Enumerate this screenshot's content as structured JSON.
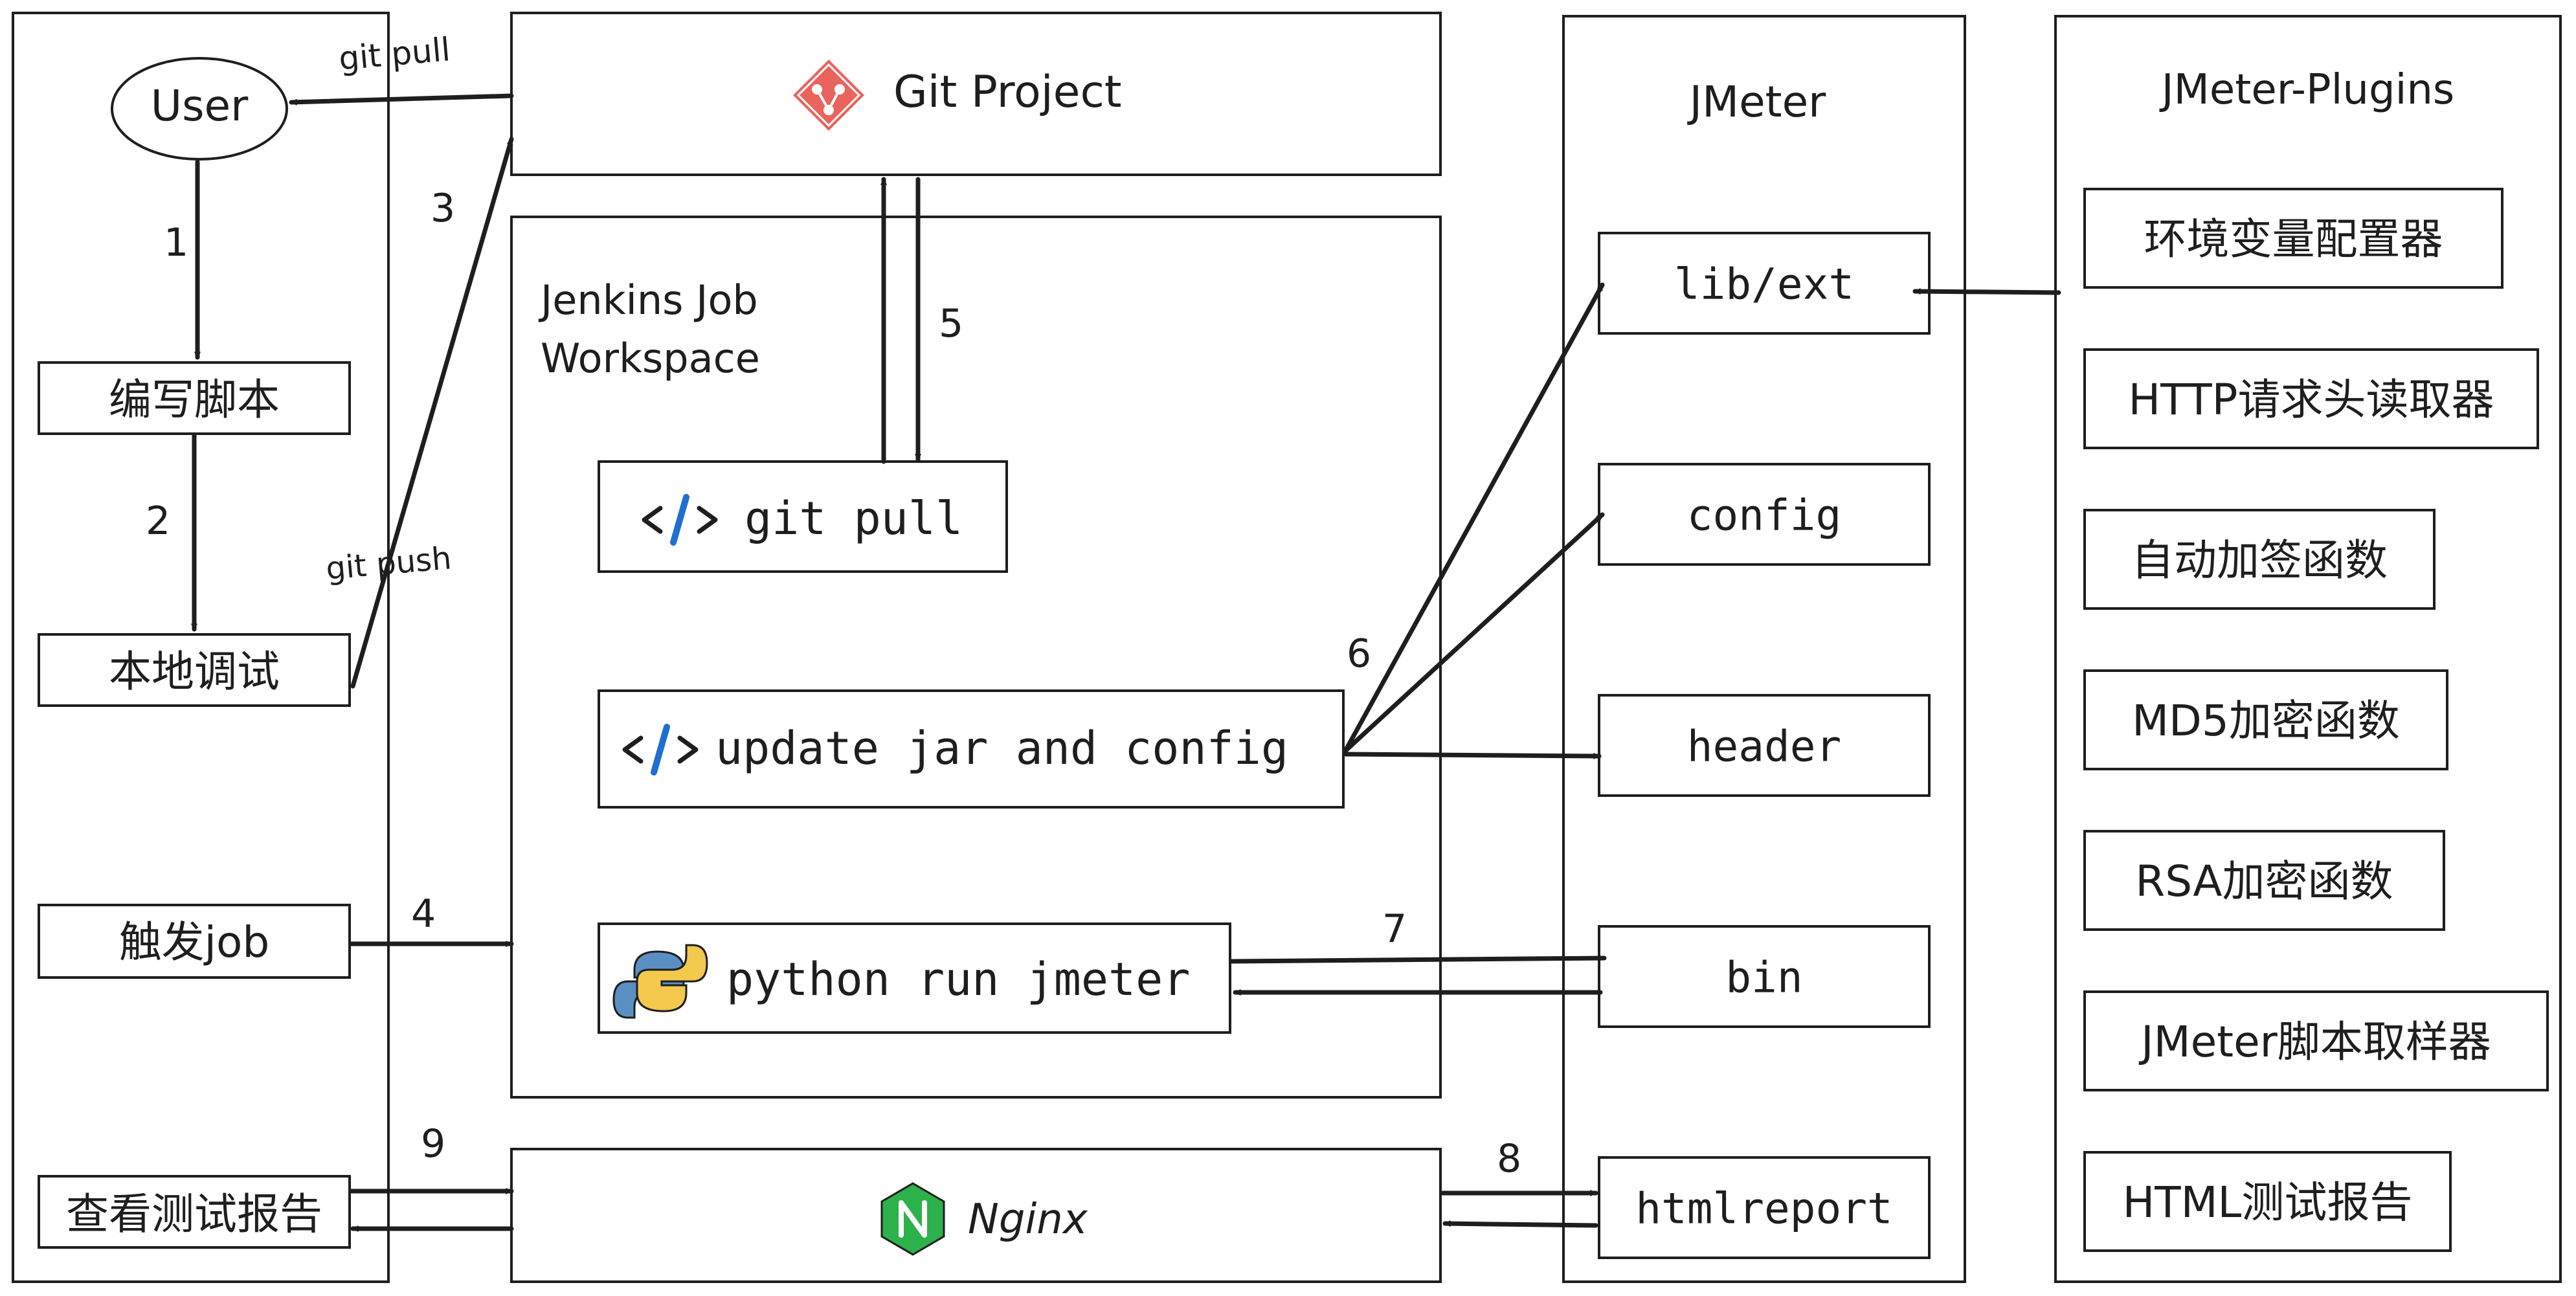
{
  "user": {
    "label": "User"
  },
  "steps": {
    "s1": "1",
    "s2": "2",
    "s3": "3",
    "s4": "4",
    "s5": "5",
    "s6": "6",
    "s7": "7",
    "s8": "8",
    "s9": "9"
  },
  "edge_labels": {
    "git_pull": "git pull",
    "git_push": "git push"
  },
  "user_column": {
    "write_script": "编写脚本",
    "local_debug": "本地调试",
    "trigger_job": "触发job",
    "view_report": "查看测试报告"
  },
  "git_project": {
    "title": "Git Project"
  },
  "jenkins": {
    "title_line1": "Jenkins Job",
    "title_line2": "Workspace",
    "git_pull": "git pull",
    "update": "update jar and config",
    "python_run": "python run jmeter"
  },
  "nginx": {
    "label": "Nginx"
  },
  "jmeter": {
    "title": "JMeter",
    "items": [
      "lib/ext",
      "config",
      "header",
      "bin",
      "htmlreport"
    ]
  },
  "plugins": {
    "title": "JMeter-Plugins",
    "items": [
      "环境变量配置器",
      "HTTP请求头读取器",
      "自动加签函数",
      "MD5加密函数",
      "RSA加密函数",
      "JMeter脚本取样器",
      "HTML测试报告"
    ]
  },
  "colors": {
    "stroke": "#1e1e1e",
    "git_icon": "#e8524a",
    "nginx_icon": "#2db14a",
    "code_icon_blue": "#1f6fd0",
    "python_blue": "#5a8fc4",
    "python_yellow": "#f2c94c"
  },
  "icons": [
    "git-icon",
    "code-icon",
    "python-icon",
    "nginx-icon"
  ]
}
